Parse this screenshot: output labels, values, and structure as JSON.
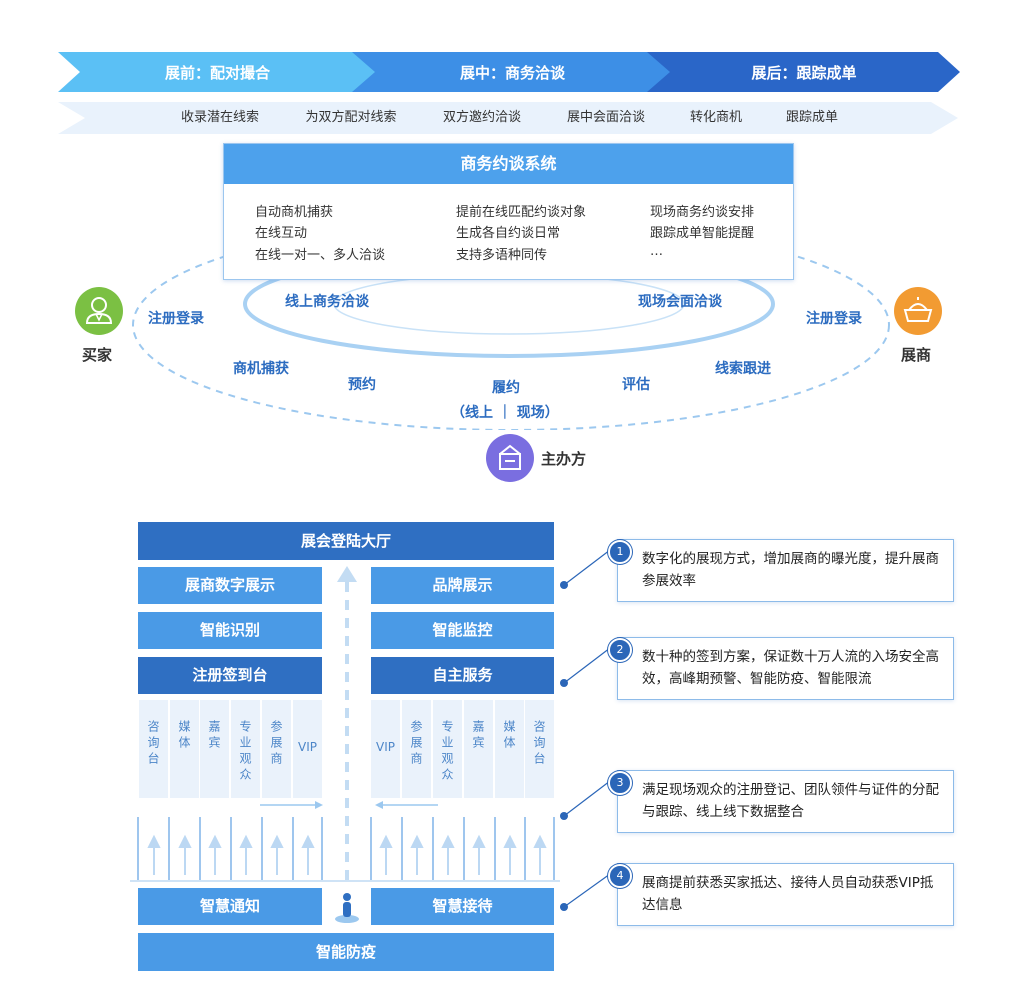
{
  "phases": [
    {
      "label": "展前：配对撮合",
      "color": "#5bc0f5"
    },
    {
      "label": "展中：商务洽谈",
      "color": "#3d8fe6"
    },
    {
      "label": "展后：跟踪成单",
      "color": "#2a66c8"
    }
  ],
  "stages": [
    "收录潜在线索",
    "为双方配对线索",
    "双方邀约洽谈",
    "展中会面洽谈",
    "转化商机",
    "跟踪成单"
  ],
  "system": {
    "title": "商务约谈系统",
    "features": [
      [
        "自动商机捕获",
        "在线互动",
        "在线一对一、多人洽谈"
      ],
      [
        "提前在线匹配约谈对象",
        "生成各自约谈日常",
        "支持多语种同传"
      ],
      [
        "现场商务约谈安排",
        "跟踪成单智能提醒",
        "…"
      ]
    ]
  },
  "ring": {
    "inner_left": "线上商务洽谈",
    "inner_right": "现场会面洽谈",
    "reg_left": "注册登录",
    "reg_right": "注册登录",
    "capture": "商机捕获",
    "booking": "预约",
    "fulfill": "履约",
    "fulfill_sub": "（线上 ｜ 现场）",
    "evaluate": "评估",
    "follow": "线索跟进"
  },
  "actors": {
    "buyer": "买家",
    "exhibitor": "展商",
    "organizer": "主办方"
  },
  "hall": {
    "lobby": "展会登陆大厅",
    "left": [
      "展商数字展示",
      "智能识别",
      "注册签到台"
    ],
    "right": [
      "品牌展示",
      "智能监控",
      "自主服务"
    ],
    "left_cols": [
      "咨询台",
      "媒体",
      "嘉宾",
      "专业观众",
      "参展商",
      "VIP"
    ],
    "right_cols": [
      "VIP",
      "参展商",
      "专业观众",
      "嘉宾",
      "媒体",
      "咨询台"
    ],
    "notify": "智慧通知",
    "reception": "智慧接待",
    "prevention": "智能防疫"
  },
  "callouts": [
    {
      "num": "1",
      "text": "数字化的展现方式，增加展商的曝光度，提升展商参展效率"
    },
    {
      "num": "2",
      "text": "数十种的签到方案，保证数十万人流的入场安全高效，高峰期预警、智能防疫、智能限流"
    },
    {
      "num": "3",
      "text": "满足现场观众的注册登记、团队领件与证件的分配与跟踪、线上线下数据整合"
    },
    {
      "num": "4",
      "text": "展商提前获悉买家抵达、接待人员自动获悉VIP抵达信息"
    }
  ],
  "colors": {
    "dark_blue": "#2f6fc2",
    "mid_blue": "#4a9ae6",
    "light_blue": "#eaf2fb",
    "buyer": "#7bc043",
    "exhibitor": "#f29b32",
    "organizer": "#7a6ee0"
  }
}
